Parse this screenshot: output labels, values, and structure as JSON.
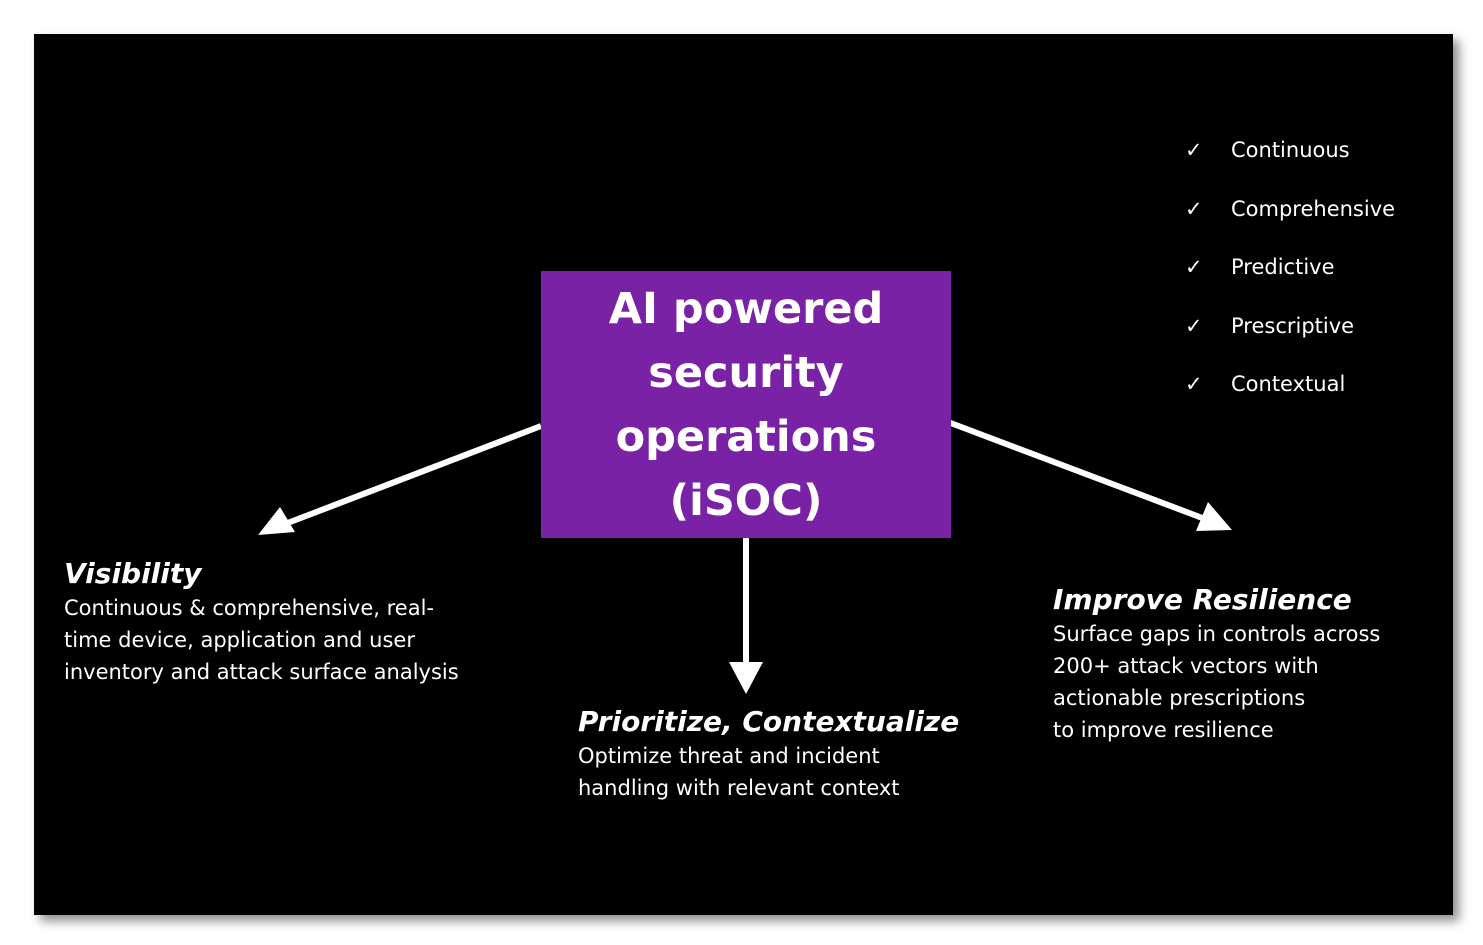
{
  "center": {
    "lines": [
      "AI powered",
      "security",
      "operations",
      "(iSOC)"
    ],
    "color": "#7a22a6"
  },
  "checklist": [
    {
      "icon": "check-icon",
      "label": "Continuous"
    },
    {
      "icon": "check-icon",
      "label": "Comprehensive"
    },
    {
      "icon": "check-icon",
      "label": "Predictive"
    },
    {
      "icon": "check-icon",
      "label": "Prescriptive"
    },
    {
      "icon": "check-icon",
      "label": "Contextual"
    }
  ],
  "visibility": {
    "title": "Visibility",
    "lines": [
      "Continuous & comprehensive, real-",
      "time device, application and user",
      "inventory and attack surface analysis"
    ]
  },
  "prioritize": {
    "title": "Prioritize, Contextualize",
    "lines": [
      "Optimize threat and incident",
      "handling with relevant context"
    ]
  },
  "resilience": {
    "title": "Improve Resilience",
    "lines": [
      "Surface gaps in controls across",
      "200+ attack vectors with",
      "actionable prescriptions",
      "to improve resilience"
    ]
  },
  "colors": {
    "background": "#000000",
    "text": "#ffffff",
    "accent": "#7a22a6"
  }
}
